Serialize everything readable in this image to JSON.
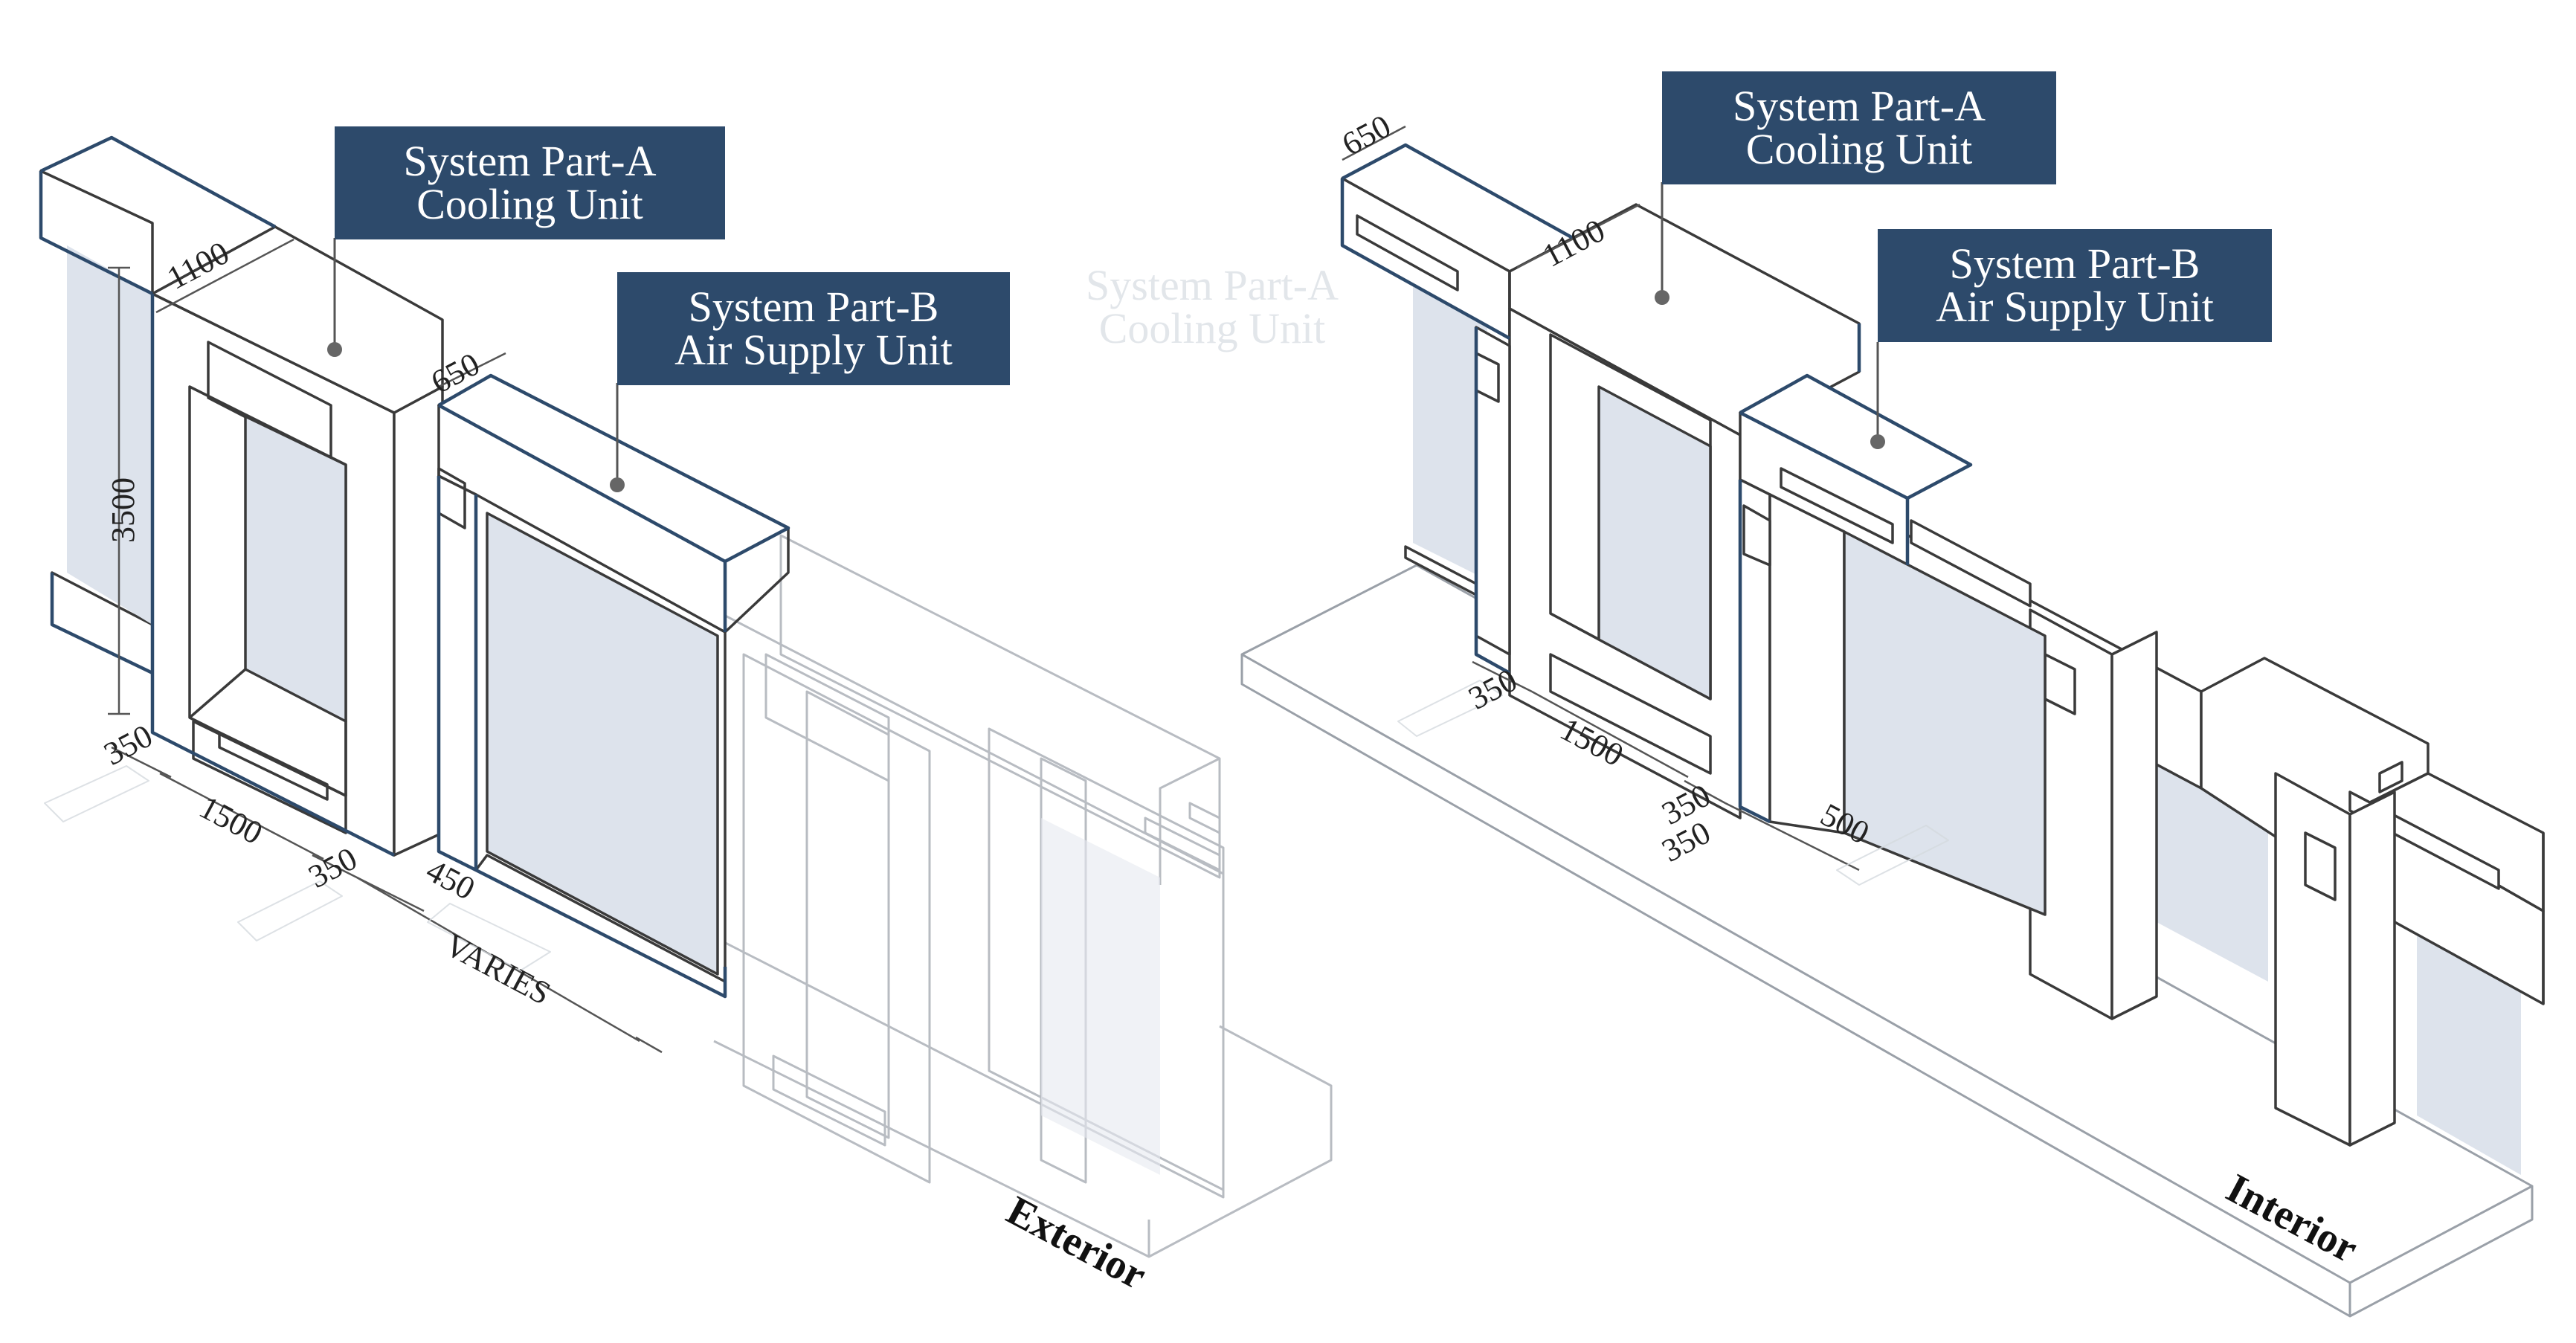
{
  "left_view": {
    "callout_a": {
      "line1": "System Part-A",
      "line2": "Cooling Unit"
    },
    "callout_b": {
      "line1": "System Part-B",
      "line2": "Air Supply Unit"
    },
    "ghost_callout": {
      "line1": "System Part-A",
      "line2": "Cooling Unit"
    },
    "dimensions": {
      "d1100": "1100",
      "d650": "650",
      "d3500": "3500",
      "d350_a": "350",
      "d1500": "1500",
      "d350_b": "350",
      "d450": "450",
      "varies": "VARIES"
    },
    "side_label": "Exterior"
  },
  "right_view": {
    "callout_a": {
      "line1": "System Part-A",
      "line2": "Cooling Unit"
    },
    "callout_b": {
      "line1": "System Part-B",
      "line2": "Air Supply Unit"
    },
    "dimensions": {
      "d650": "650",
      "d1100": "1100",
      "d350_a": "350",
      "d1500": "1500",
      "d350_b": "350",
      "d350_c": "350",
      "d500": "500"
    },
    "side_label": "Interior"
  },
  "colors": {
    "callout_bg": "#2d4a6b",
    "callout_text": "#ffffff",
    "line_dark": "#2d4a6b",
    "line_main": "#3a3a3a",
    "line_faint": "#b8bcc2",
    "glass_fill": "#dde3ec"
  }
}
